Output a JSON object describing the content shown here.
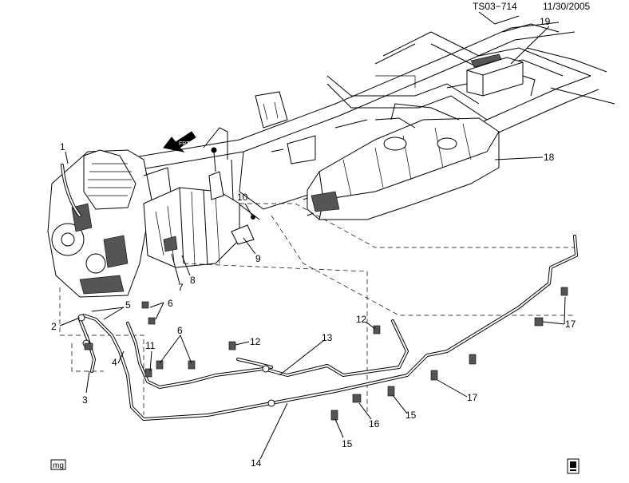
{
  "header": {
    "ref": "TS03−714",
    "date": "11/30/2005"
  },
  "labels": [
    "1",
    "2",
    "3",
    "4",
    "5",
    "6",
    "6",
    "7",
    "8",
    "9",
    "10",
    "11",
    "12",
    "12",
    "13",
    "14",
    "15",
    "15",
    "16",
    "17",
    "17",
    "18",
    "19"
  ],
  "footer": {
    "badge": "mg"
  },
  "front_arrow_text": "FRT"
}
